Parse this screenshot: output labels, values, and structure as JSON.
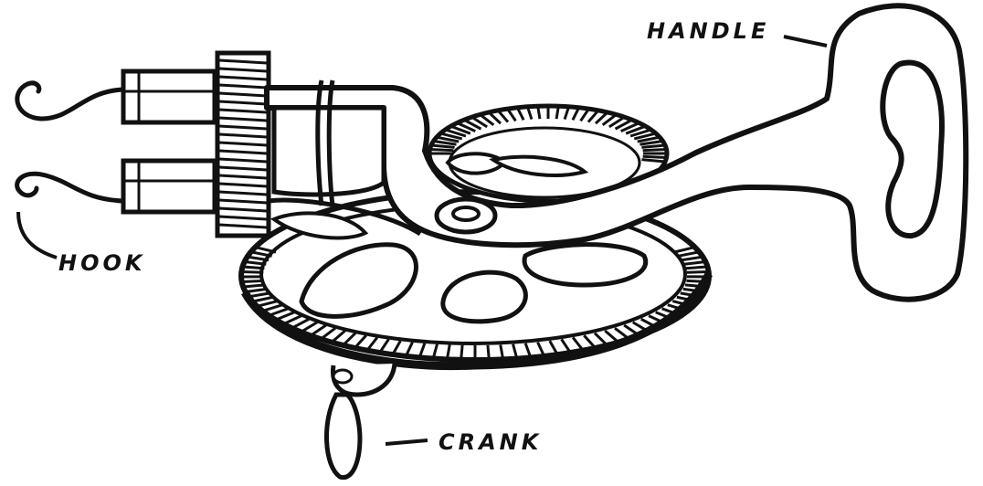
{
  "labels": {
    "handle": "HANDLE",
    "hook": "HOOK",
    "crank": "CRANK"
  },
  "colors": {
    "ink": "#111111",
    "paper": "#ffffff"
  }
}
